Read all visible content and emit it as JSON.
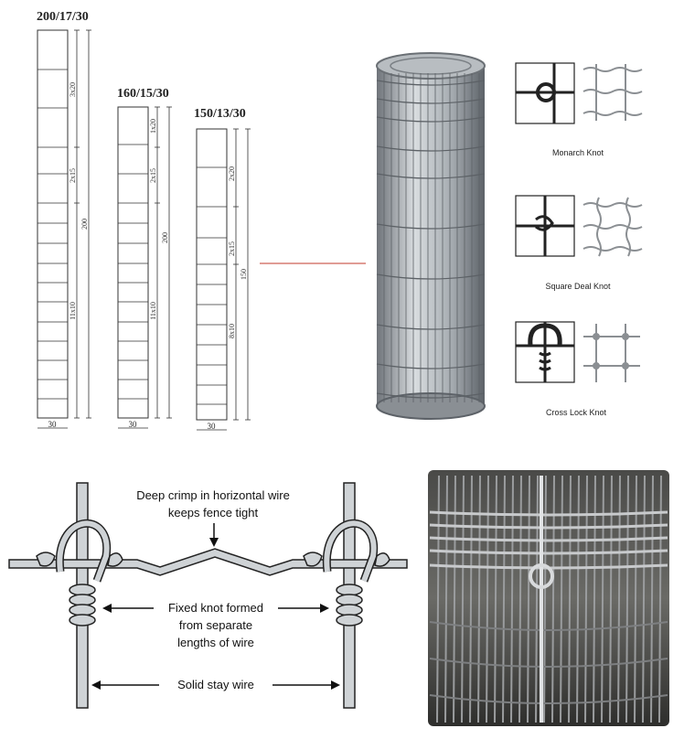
{
  "specs": [
    {
      "title": "200/17/30",
      "top_label": "3x20",
      "mid_label": "2x15",
      "low_label": "11x10",
      "height_label": "200",
      "width_label": "30"
    },
    {
      "title": "160/15/30",
      "top_label": "1x20",
      "mid_label": "2x15",
      "low_label": "11x10",
      "height_label": "200",
      "width_label": "30"
    },
    {
      "title": "150/13/30",
      "top_label": "2x20",
      "mid_label": "2x15",
      "low_label": "8x10",
      "height_label": "150",
      "width_label": "30"
    }
  ],
  "knots": [
    {
      "name": "Monarch Knot"
    },
    {
      "name": "Square Deal Knot"
    },
    {
      "name": "Cross Lock Knot"
    }
  ],
  "fixed_knot_diagram": {
    "crimp_label_1": "Deep crimp in horizontal wire",
    "crimp_label_2": "keeps fence tight",
    "knot_label_1": "Fixed knot formed",
    "knot_label_2": "from separate",
    "knot_label_3": "lengths of wire",
    "stay_label": "Solid stay wire"
  },
  "colors": {
    "line": "#222222",
    "wire": "#9aa0a6",
    "photo_dark": "#3a3a3a",
    "leader": "#c0392b"
  }
}
